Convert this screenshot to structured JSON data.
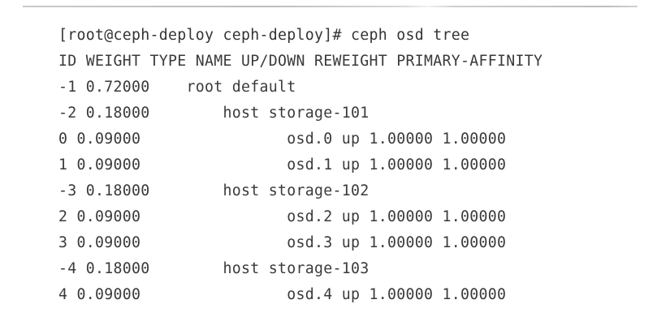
{
  "page": {
    "background_color": "#ffffff",
    "text_color": "#3a3a3a",
    "rule_color": "#c2c2c2"
  },
  "terminal": {
    "prompt": "[root@ceph-deploy ceph-deploy]#",
    "command": "ceph osd tree",
    "command_line": "[root@ceph-deploy ceph-deploy]# ceph osd tree",
    "header_line": "ID WEIGHT TYPE NAME UP/DOWN REWEIGHT PRIMARY-AFFINITY",
    "columns": [
      "ID",
      "WEIGHT",
      "TYPE NAME",
      "UP/DOWN",
      "REWEIGHT",
      "PRIMARY-AFFINITY"
    ],
    "lines": [
      "[root@ceph-deploy ceph-deploy]# ceph osd tree",
      "ID WEIGHT TYPE NAME UP/DOWN REWEIGHT PRIMARY-AFFINITY",
      "-1 0.72000    root default",
      "-2 0.18000        host storage-101",
      "0 0.09000                osd.0 up 1.00000 1.00000",
      "1 0.09000                osd.1 up 1.00000 1.00000",
      "-3 0.18000        host storage-102",
      "2 0.09000                osd.2 up 1.00000 1.00000",
      "3 0.09000                osd.3 up 1.00000 1.00000",
      "-4 0.18000        host storage-103",
      "4 0.09000                osd.4 up 1.00000 1.00000"
    ],
    "tree_rows": [
      {
        "id": "-1",
        "weight": "0.72000",
        "type": "root",
        "name": "default",
        "up_down": "",
        "reweight": "",
        "primary_affinity": ""
      },
      {
        "id": "-2",
        "weight": "0.18000",
        "type": "host",
        "name": "storage-101",
        "up_down": "",
        "reweight": "",
        "primary_affinity": ""
      },
      {
        "id": "0",
        "weight": "0.09000",
        "type": "osd",
        "name": "osd.0",
        "up_down": "up",
        "reweight": "1.00000",
        "primary_affinity": "1.00000"
      },
      {
        "id": "1",
        "weight": "0.09000",
        "type": "osd",
        "name": "osd.1",
        "up_down": "up",
        "reweight": "1.00000",
        "primary_affinity": "1.00000"
      },
      {
        "id": "-3",
        "weight": "0.18000",
        "type": "host",
        "name": "storage-102",
        "up_down": "",
        "reweight": "",
        "primary_affinity": ""
      },
      {
        "id": "2",
        "weight": "0.09000",
        "type": "osd",
        "name": "osd.2",
        "up_down": "up",
        "reweight": "1.00000",
        "primary_affinity": "1.00000"
      },
      {
        "id": "3",
        "weight": "0.09000",
        "type": "osd",
        "name": "osd.3",
        "up_down": "up",
        "reweight": "1.00000",
        "primary_affinity": "1.00000"
      },
      {
        "id": "-4",
        "weight": "0.18000",
        "type": "host",
        "name": "storage-103",
        "up_down": "",
        "reweight": "",
        "primary_affinity": ""
      },
      {
        "id": "4",
        "weight": "0.09000",
        "type": "osd",
        "name": "osd.4",
        "up_down": "up",
        "reweight": "1.00000",
        "primary_affinity": "1.00000"
      }
    ]
  }
}
